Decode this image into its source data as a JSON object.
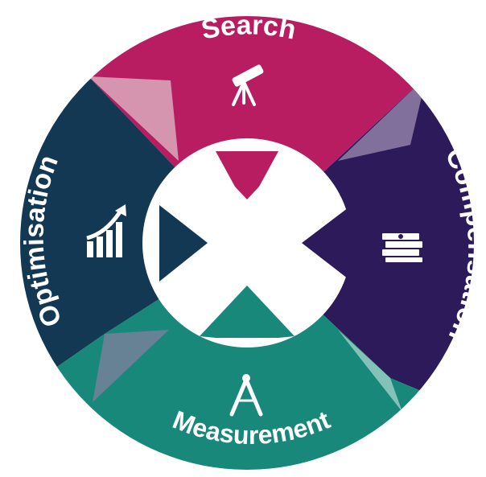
{
  "diagram": {
    "segments": [
      {
        "key": "search",
        "label": "Search",
        "icon": "telescope-icon",
        "color": "#b81d62"
      },
      {
        "key": "compensation",
        "label": "Compensation",
        "icon": "money-stack-icon",
        "color": "#2c1a5a"
      },
      {
        "key": "measurement",
        "label": "Measurement",
        "icon": "drawing-compass-icon",
        "color": "#17887a"
      },
      {
        "key": "optimisation",
        "label": "Optimisation",
        "icon": "growth-chart-icon",
        "color": "#123853"
      }
    ],
    "background": "#ffffff",
    "hub_color": "#ffffff"
  }
}
